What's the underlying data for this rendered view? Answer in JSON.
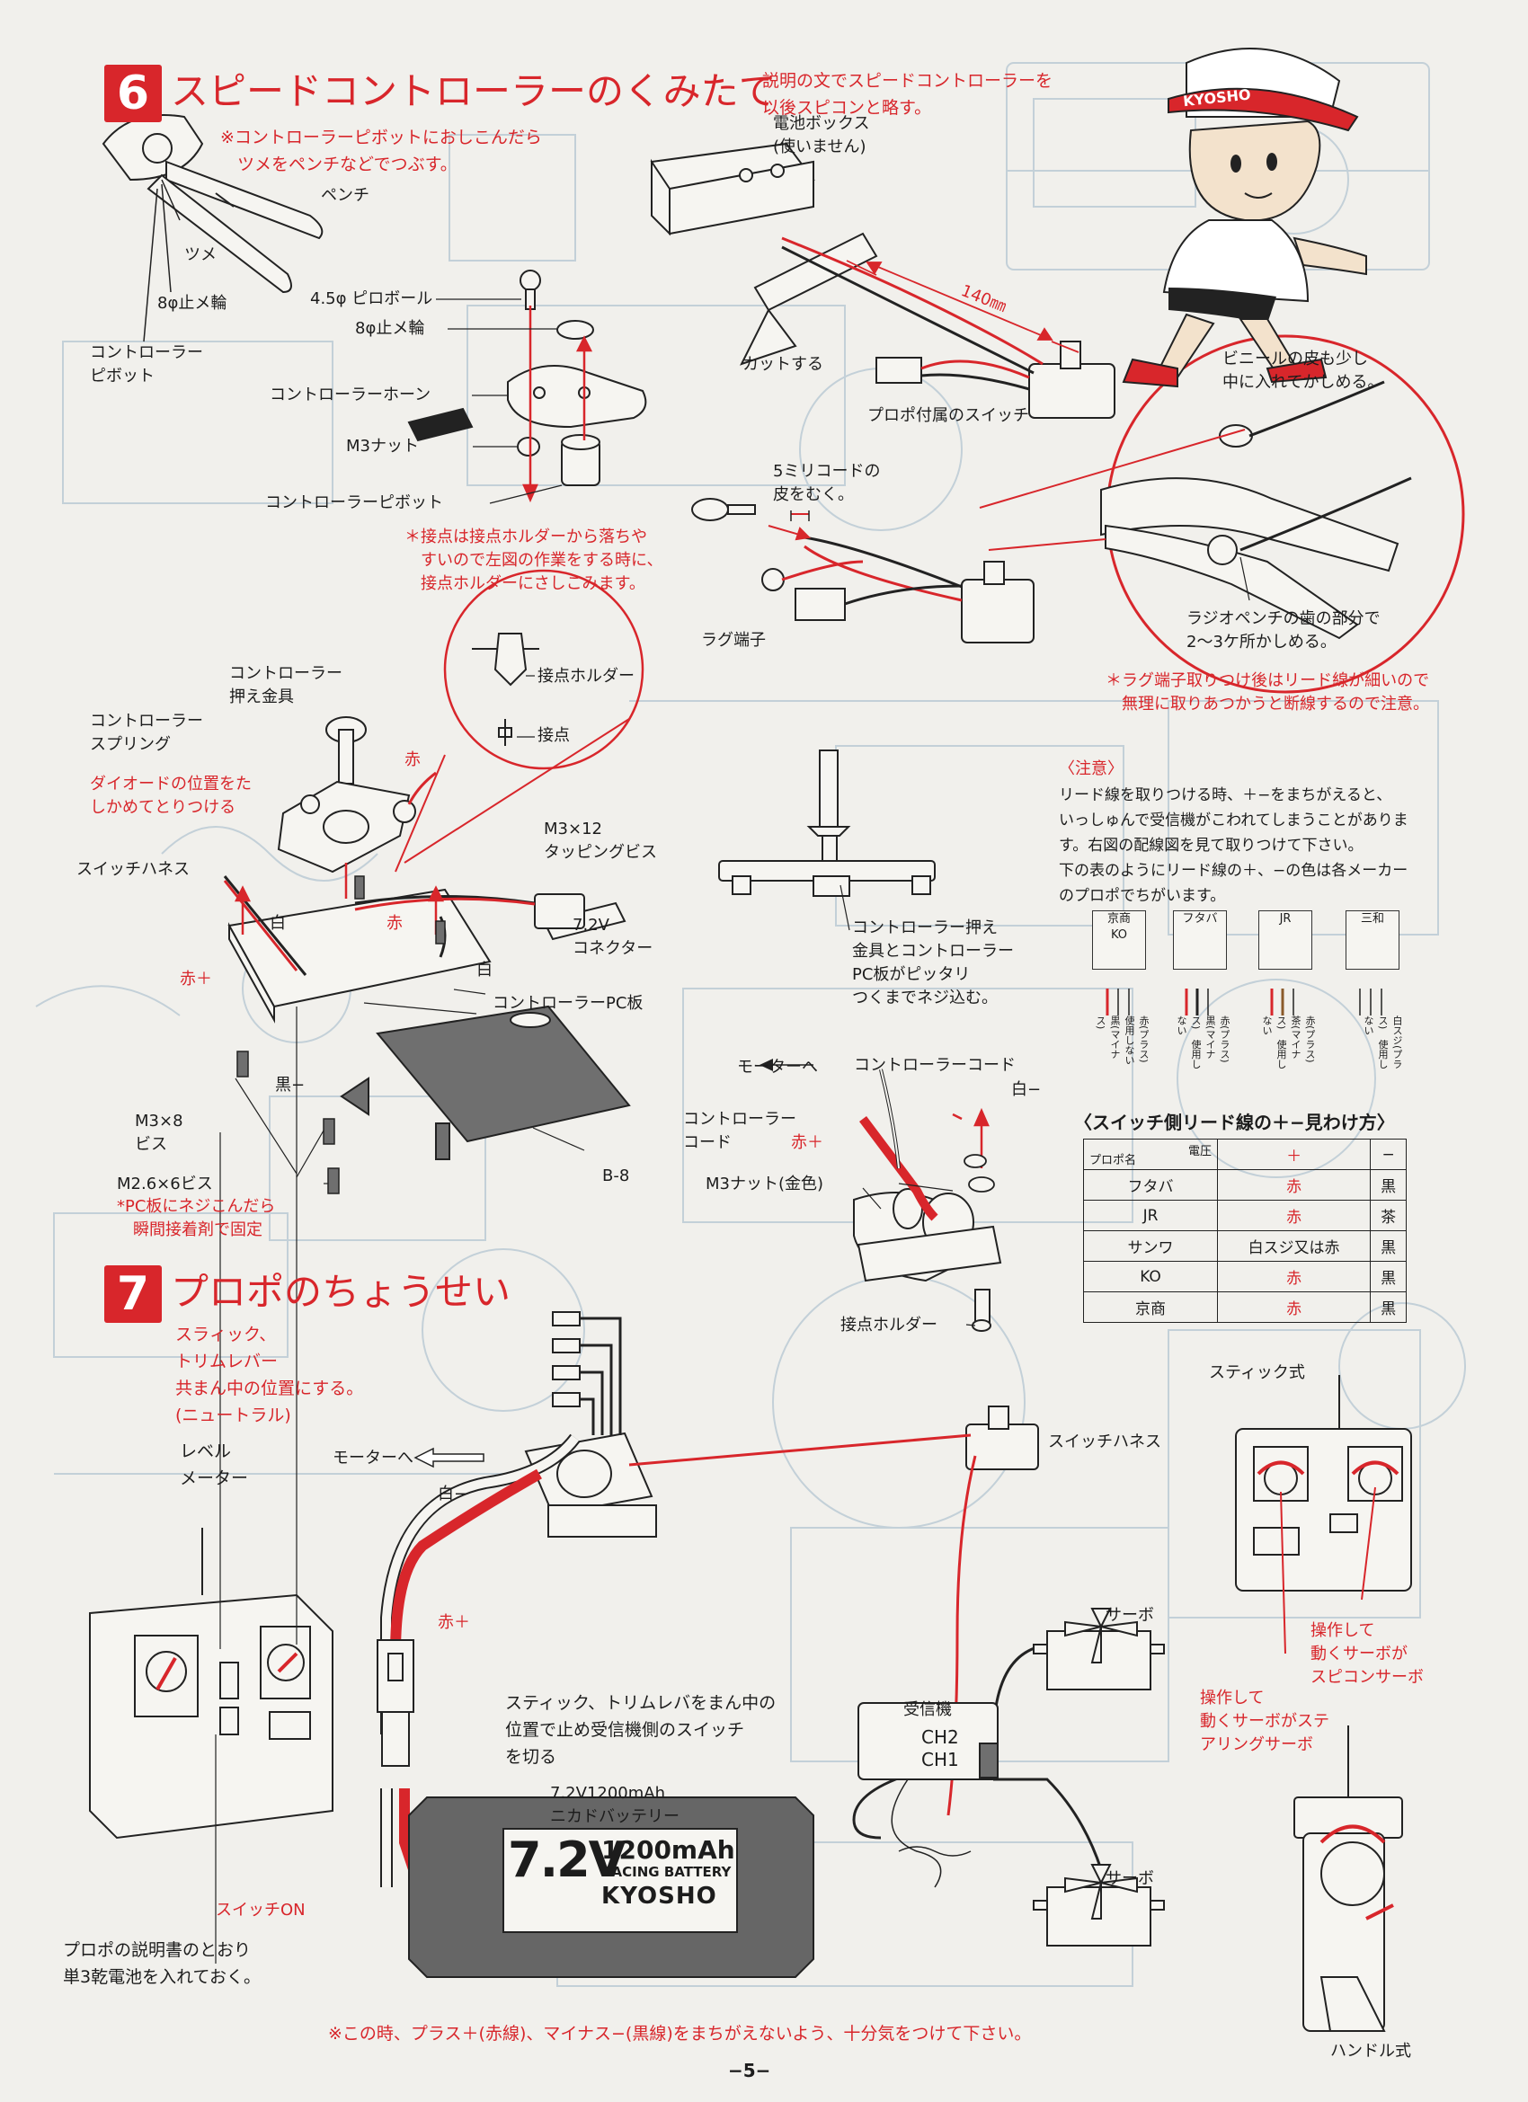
{
  "colors": {
    "accent": "#d8262b",
    "ink": "#1c1c1c",
    "paper": "#f1f0ec",
    "faint": "#c7d3da"
  },
  "section6": {
    "number": "6",
    "title": "スピードコントローラーのくみたて",
    "note_abbrev": "説明の文でスピードコントローラーを\n以後スピコンと略す。",
    "note_pivot": "※コントローラーピボットにおしこんだら\n　ツメをペンチなどでつぶす。",
    "labels": {
      "pliers": "ペンチ",
      "tsume": "ツメ",
      "ering": "8φ止メ輪",
      "pivot_top": "コントローラー\nピボット",
      "pillow_ball": "4.5φ ピロボール",
      "ering2": "8φ止メ輪",
      "horn": "コントローラーホーン",
      "m3nut": "M3ナット",
      "pivot2": "コントローラーピボット",
      "battery_box": "電池ボックス\n(使いません)",
      "length": "140㎜",
      "cut": "カットする",
      "propo_switch": "プロポ付属のスイッチ",
      "vinyl": "ビニールの皮も少し\n中に入れてかしめる。",
      "strip": "5ミリコードの\n皮をむく。",
      "lug": "ラグ端子",
      "radio_pliers": "ラジオペンチの歯の部分で\n2〜3ケ所かしめる。",
      "lug_warning": "＊ラグ端子取りつけ後はリード線が細いので\n　無理に取りあつかうと断線するので注意。",
      "contact_note": "＊接点は接点ホルダーから落ちや\n　すいので左図の作業をする時に、\n　接点ホルダーにさしこみます。",
      "contact_holder": "接点ホルダー",
      "contact": "接点",
      "retainer": "コントローラー\n押え金具",
      "spring": "コントローラー\nスプリング",
      "diode": "ダイオードの位置をた\nしかめてとりつける",
      "red_top": "赤",
      "m3x12": "M3×12\nタッピングビス",
      "switch_harness": "スイッチハネス",
      "white1": "白",
      "red_mid": "赤",
      "connector": "7.2V\nコネクター",
      "red_plus": "赤＋",
      "white2": "白",
      "pcb": "コントローラーPC板",
      "black_minus": "黒−",
      "m3x8": "M3×8\nビス",
      "m26x6": "M2.6×6ビス",
      "pcb_note": "*PC板にネジこんだら\n　瞬間接着剤で固定",
      "b8": "B-8",
      "retainer_note": "コントローラー押え\n金具とコントローラー\nPC板がピッタリ\nつくまでネジ込む。",
      "to_motor": "モーターへ",
      "ctrl_cord": "コントローラーコード",
      "white_minus": "白−",
      "ctrl_cord2": "コントローラー\nコード",
      "red_plus2": "赤＋",
      "m3nut_gold": "M3ナット(金色)",
      "contact_holder2": "接点ホルダー"
    },
    "caution": {
      "heading": "〈注意〉",
      "body": "リード線を取りつける時、＋−をまちがえると、\nいっしゅんで受信機がこわれてしまうことがありま\nす。右図の配線図を見て取りつけて下さい。\n下の表のようにリード線の＋、−の色は各メーカー\nのプロポでちがいます。"
    },
    "connectors": [
      {
        "maker": "京商\nKO",
        "wires": "赤(プラス)　使用しない　黒(マイナス)"
      },
      {
        "maker": "フタバ",
        "wires": "赤(プラス)　黒(マイナス)　使用しない"
      },
      {
        "maker": "JR",
        "wires": "赤(プラス)　茶(マイナス)　使用しない"
      },
      {
        "maker": "三和",
        "wires": "白スジ(プラス)　使用しない"
      }
    ],
    "polarity_table": {
      "title": "〈スイッチ側リード線の＋−見わけ方〉",
      "header": [
        "プロポ名",
        "電圧",
        "＋",
        "−"
      ],
      "rows": [
        [
          "フタバ",
          "赤",
          "黒"
        ],
        [
          "JR",
          "赤",
          "茶"
        ],
        [
          "サンワ",
          "白スジ又は赤",
          "黒"
        ],
        [
          "KO",
          "赤",
          "黒"
        ],
        [
          "京商",
          "赤",
          "黒"
        ]
      ]
    }
  },
  "section7": {
    "number": "7",
    "title": "プロポのちょうせい",
    "stick_note": "スラィック、\nトリムレバー\n共まん中の位置にする。\n(ニュートラル)",
    "level_meter": "レベル\nメーター",
    "to_motor": "モーターへ",
    "white_minus": "白−",
    "switch_harness": "スイッチハネス",
    "red_plus": "赤＋",
    "servo1": "サーボ",
    "servo2": "サーボ",
    "receiver": "受信機",
    "ch2": "CH2",
    "ch1": "CH1",
    "stick_type": "スティック式",
    "handle_type": "ハンドル式",
    "op_speed": "操作して\n動くサーボが\nスピコンサーボ",
    "op_steer": "操作して\n動くサーボがステ\nアリングサーボ",
    "instruction": "スティック、トリムレバをまん中の\n位置で止め受信機側のスイッチ\nを切る",
    "battery_spec": "7.2V1200mAh\nニカドバッテリー",
    "battery_label": "7.2V",
    "battery_mah": "1200mAh",
    "battery_racing": "RACING BATTERY",
    "battery_brand": "KYOSHO",
    "switch_on": "スイッチON",
    "dry_cells": "プロポの説明書のとおり\n単3乾電池を入れておく。",
    "final_warning": "※この時、プラス＋(赤線)、マイナス−(黒線)をまちがえないよう、十分気をつけて下さい。"
  },
  "mascot_cap": "KYOSHO",
  "page_number": "−5−"
}
